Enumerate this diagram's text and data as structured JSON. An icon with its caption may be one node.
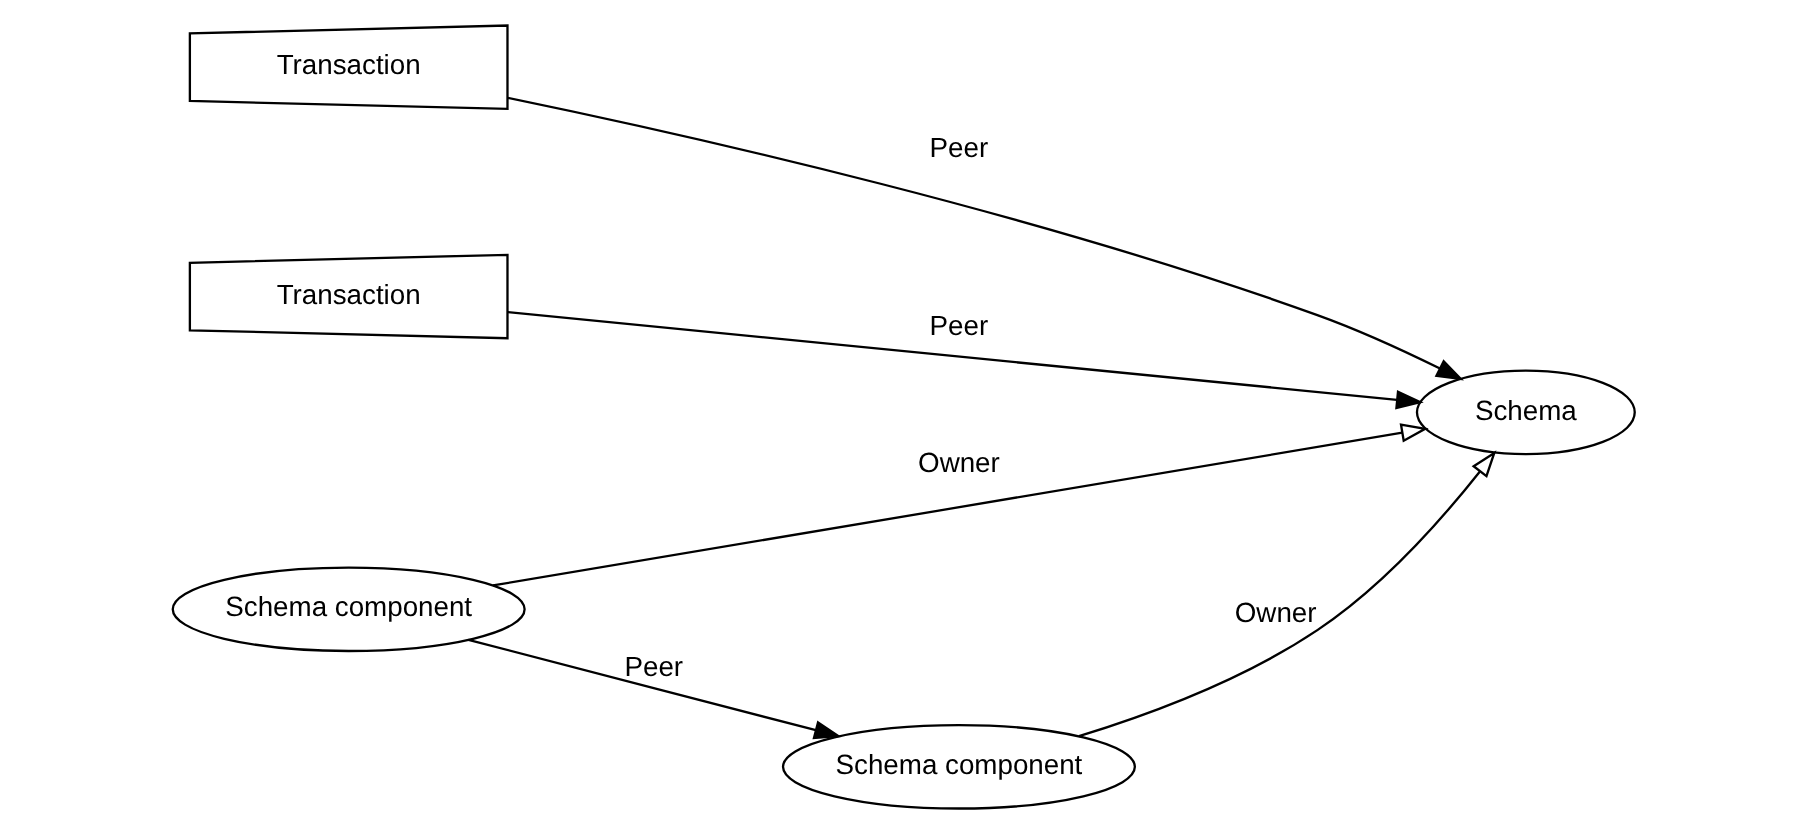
{
  "diagram": {
    "nodes": [
      {
        "text": [
          "Transaction"
        ]
      },
      {
        "text": [
          "Transaction"
        ]
      },
      {
        "text": [
          "Schema"
        ]
      },
      {
        "text": [
          "Schema component"
        ]
      },
      {
        "text": [
          "Schema component"
        ]
      }
    ],
    "edges": [
      {
        "from": 0,
        "to": 2,
        "arrow": "to",
        "label": "Peer"
      },
      {
        "from": 1,
        "to": 2,
        "arrow": "to",
        "label": "Peer"
      },
      {
        "from": 3,
        "to": 2,
        "arrow": "to",
        "label": "Owner"
      },
      {
        "from": 4,
        "to": 2,
        "arrow": "to",
        "label": "Owner"
      },
      {
        "from": 3,
        "to": 4,
        "arrow": "to",
        "label": "Peer"
      }
    ]
  }
}
